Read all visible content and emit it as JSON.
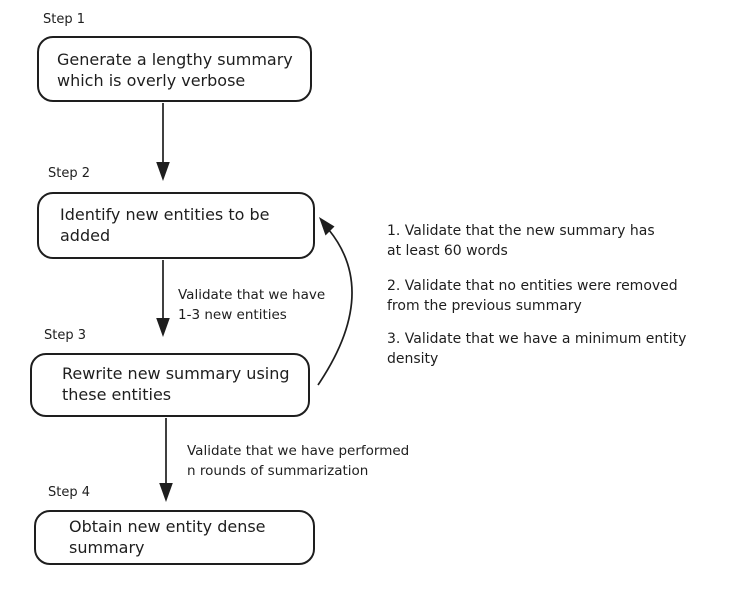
{
  "diagram": {
    "type": "flowchart",
    "style": "hand-drawn",
    "stroke_color": "#1e1e1e",
    "background_color": "#ffffff",
    "steps": [
      {
        "label": "Step 1",
        "box_line1": "Generate a lengthy summary",
        "box_line2": "which is overly verbose"
      },
      {
        "label": "Step 2",
        "box_line1": "Identify new entities to be",
        "box_line2": "added"
      },
      {
        "label": "Step 3",
        "box_line1": "Rewrite new summary using",
        "box_line2": "these entities"
      },
      {
        "label": "Step 4",
        "box_line1": "Obtain new entity dense",
        "box_line2": "summary"
      }
    ],
    "arrow_labels": [
      {
        "line1": "Validate that we have",
        "line2": "1-3 new entities"
      },
      {
        "line1": "Validate that we have performed",
        "line2": "n rounds of summarization"
      }
    ],
    "side_notes": [
      {
        "line1": "1. Validate that the new summary has",
        "line2": "at least 60 words"
      },
      {
        "line1": "2. Validate that no entities were removed",
        "line2": "from the previous summary"
      },
      {
        "line1": "3. Validate that we have a minimum entity",
        "line2": "density"
      }
    ]
  }
}
